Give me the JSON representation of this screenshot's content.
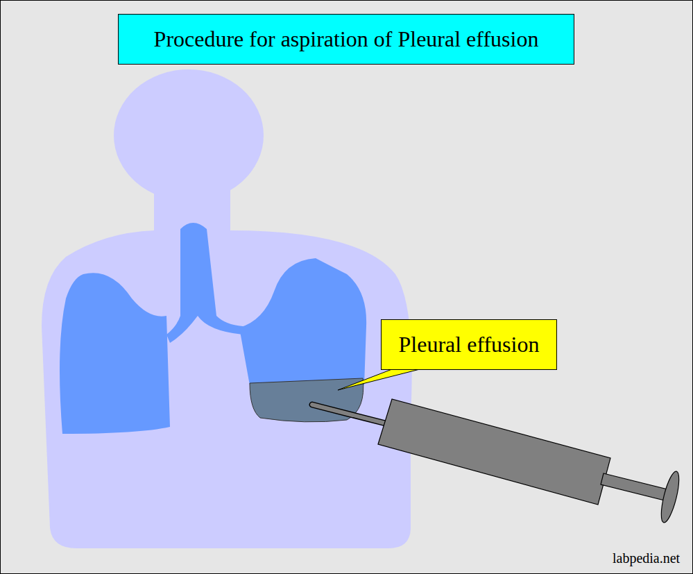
{
  "diagram": {
    "title": "Procedure for aspiration of Pleural effusion",
    "nodes": [
      {
        "text": [
          "Pleural effusion"
        ]
      }
    ],
    "labels": [
      "labpedia.net"
    ]
  }
}
